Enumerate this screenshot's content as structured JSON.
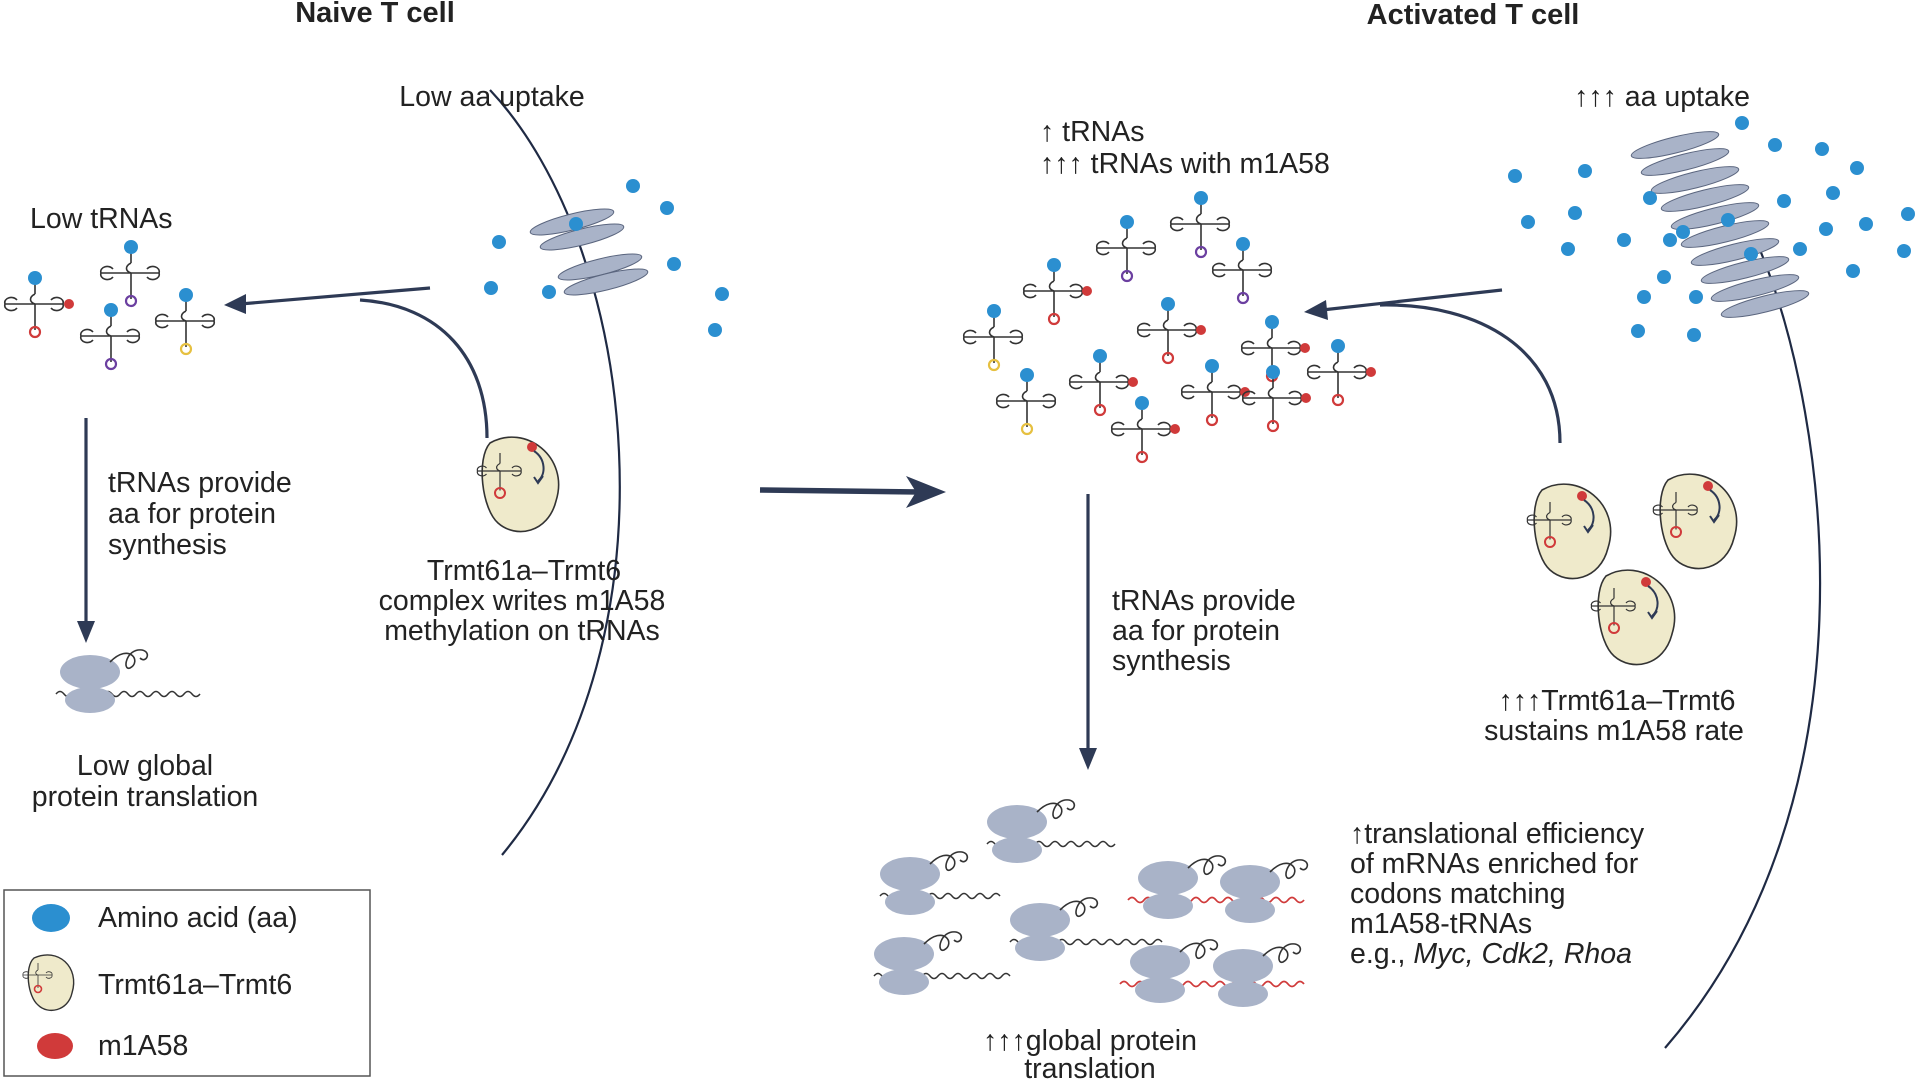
{
  "titles": {
    "naive": "Naive T cell",
    "activated": "Activated T cell"
  },
  "naive": {
    "uptake": "Low aa uptake",
    "trna_label": "Low tRNAs",
    "provide": [
      "tRNAs provide",
      "aa for protein",
      "synthesis"
    ],
    "enzyme": [
      "Trmt61a–Trmt6",
      "complex writes m1A58",
      "methylation on tRNAs"
    ],
    "translation": [
      "Low global",
      "protein translation"
    ]
  },
  "activated": {
    "uptake": "↑↑↑ aa uptake",
    "trna_lines": [
      "↑ tRNAs",
      "↑↑↑ tRNAs with m1A58"
    ],
    "provide": [
      "tRNAs provide",
      "aa for protein",
      "synthesis"
    ],
    "enzyme": [
      "↑↑↑Trmt61a–Trmt6",
      "sustains m1A58 rate"
    ],
    "efficiency": [
      "↑translational efficiency",
      "of mRNAs enriched for",
      "codons matching",
      "m1A58-tRNAs"
    ],
    "genes_prefix": "e.g., ",
    "genes": "Myc, Cdk2, Rhoa",
    "translation": [
      "↑↑↑global protein",
      "translation"
    ]
  },
  "legend": {
    "amino_acid": "Amino acid (aa)",
    "enzyme": "Trmt61a–Trmt6",
    "mark": "m1A58"
  },
  "colors": {
    "amino_acid": "#2b8fd0",
    "m1a58": "#d03a3a",
    "enzyme_fill": "#efeacb",
    "ribosome": "#a9b3c8",
    "membrane": "#1f2a44",
    "arrow": "#2e3a55",
    "anticodon_purple": "#6b3fa0",
    "anticodon_yellow": "#e6c040"
  }
}
